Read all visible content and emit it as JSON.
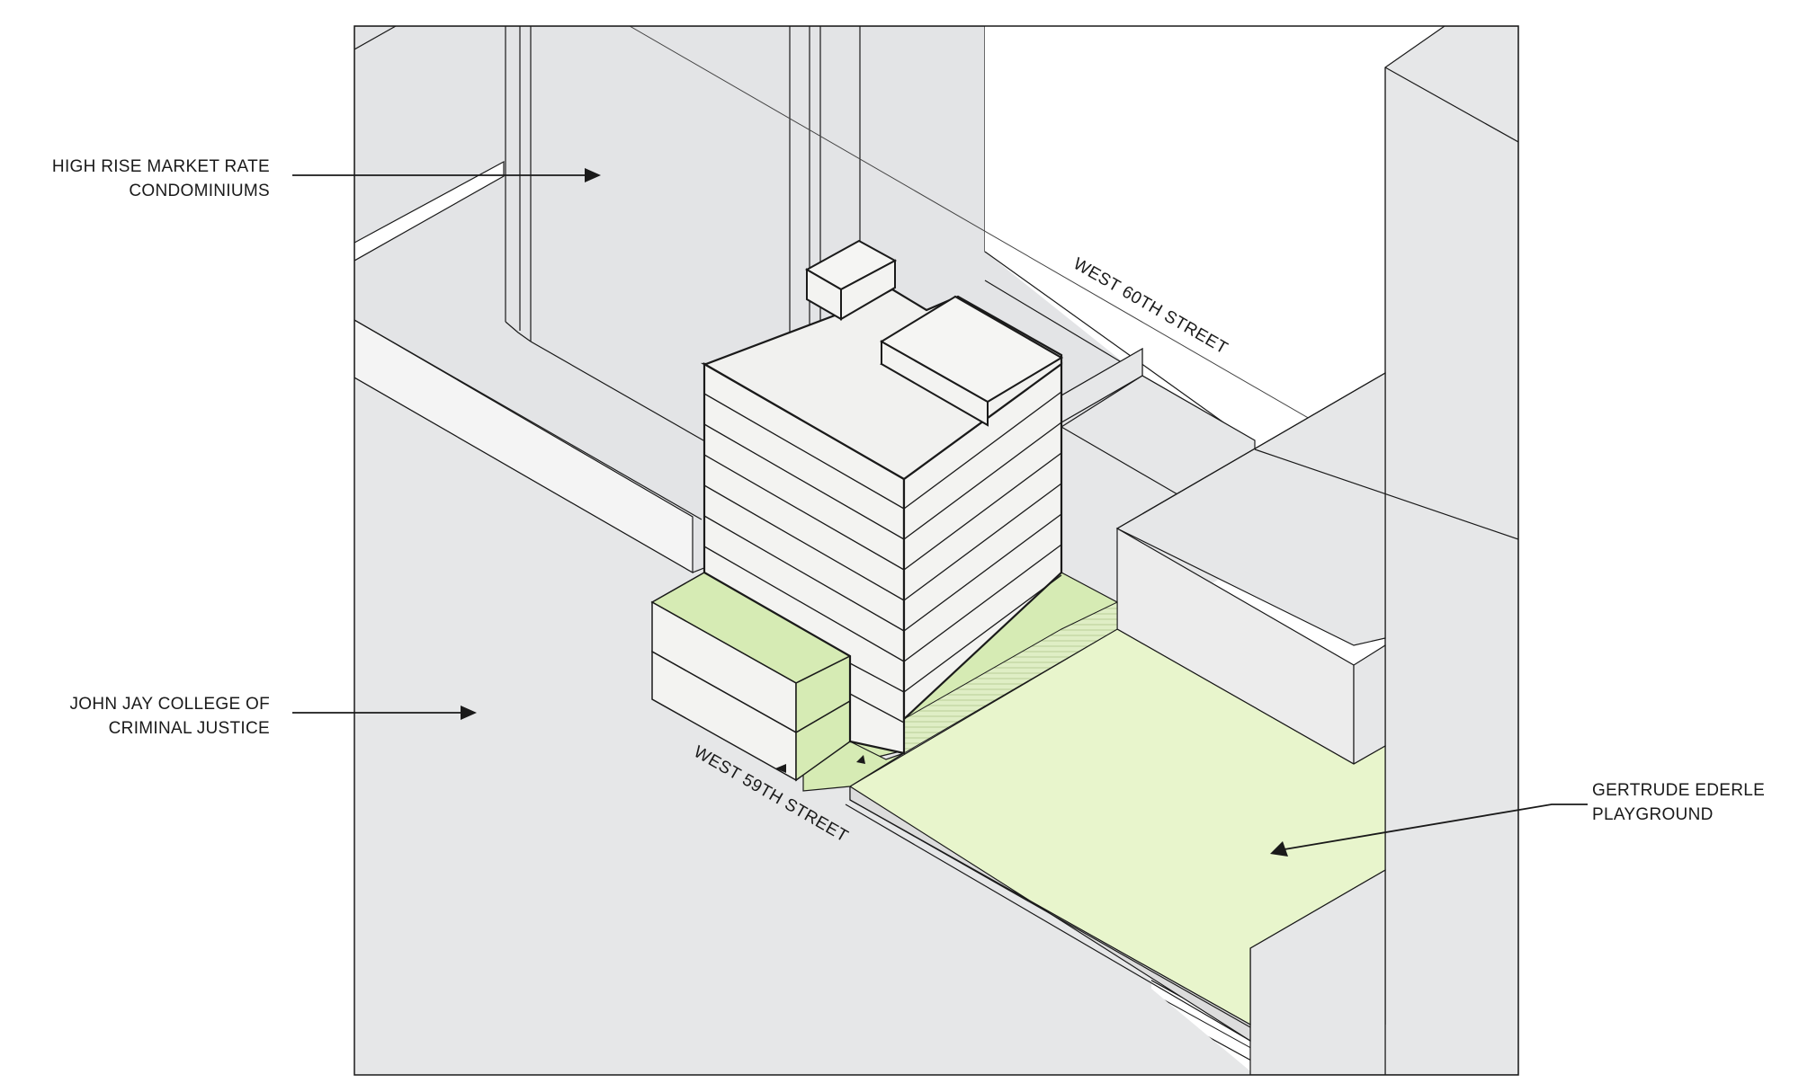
{
  "callouts": {
    "condos": {
      "line1": "HIGH RISE MARKET RATE",
      "line2": "CONDOMINIUMS"
    },
    "college": {
      "line1": "JOHN JAY COLLEGE OF",
      "line2": "CRIMINAL JUSTICE"
    },
    "playground": {
      "line1": "GERTRUDE EDERLE",
      "line2": "PLAYGROUND"
    }
  },
  "streets": {
    "north": "WEST 60TH STREET",
    "south": "WEST 59TH STREET"
  },
  "colors": {
    "building_gray": "#e6e7e8",
    "sidewalk": "#f5f5f5",
    "green_space": "#e8f5cc",
    "site_green": "#d6ebb4",
    "tower_white": "#f3f3f1",
    "stroke": "#1a1a1a"
  }
}
